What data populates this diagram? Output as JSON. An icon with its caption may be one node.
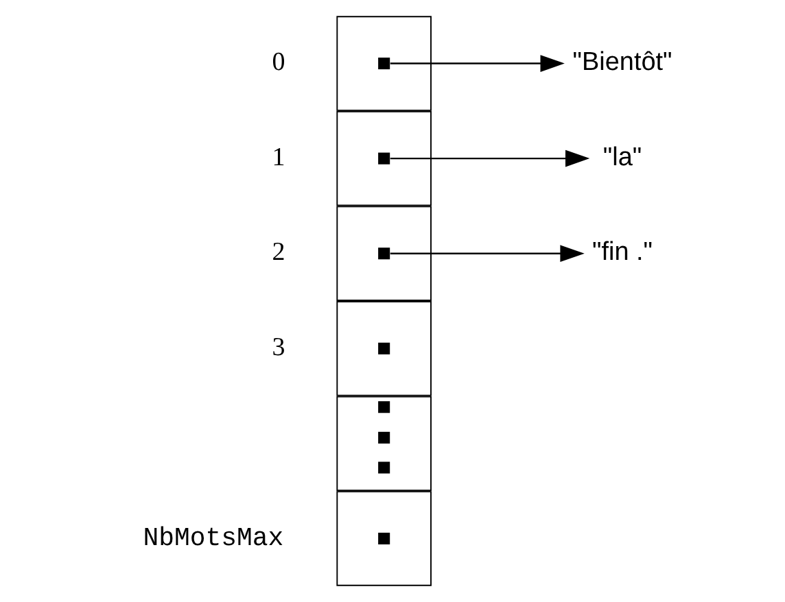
{
  "diagram": {
    "nodes": [
      {
        "text": [],
        "shape": "box",
        "beside": [
          "0"
        ]
      },
      {
        "text": [],
        "shape": "box",
        "beside": [
          "1"
        ]
      },
      {
        "text": [],
        "shape": "box",
        "beside": [
          "2"
        ]
      },
      {
        "text": [],
        "shape": "box",
        "beside": [
          "3"
        ]
      },
      {
        "text": [],
        "shape": "box"
      },
      {
        "text": [],
        "shape": "box",
        "beside": [
          "NbMotsMax"
        ]
      },
      {
        "text": [
          "\"Bientôt\""
        ]
      },
      {
        "text": [
          "\"la\""
        ]
      },
      {
        "text": [
          "\"fin .\""
        ]
      }
    ],
    "edges": [
      {
        "from": 0,
        "to": 6,
        "arrow": "to"
      },
      {
        "from": 1,
        "to": 7,
        "arrow": "to"
      },
      {
        "from": 2,
        "to": 8,
        "arrow": "to"
      }
    ]
  }
}
